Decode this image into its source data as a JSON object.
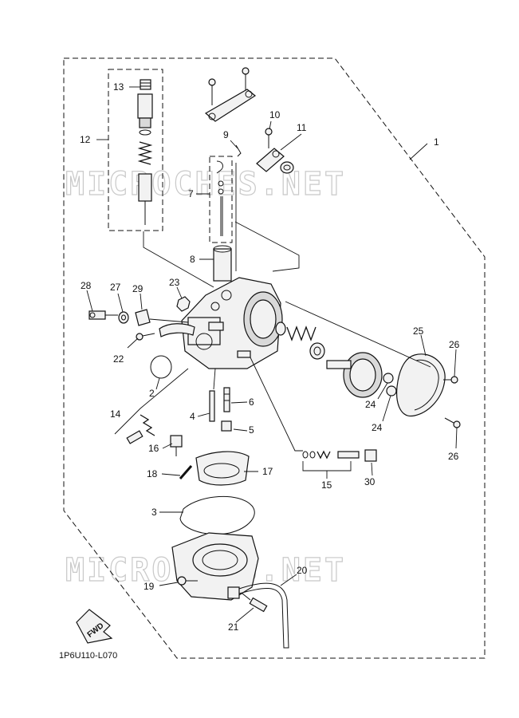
{
  "diagram_code": "1P6U110-L070",
  "fwd_label": "FWD",
  "watermark_text": "MICROCHES.NET",
  "callouts": {
    "c1": "1",
    "c2": "2",
    "c3": "3",
    "c4": "4",
    "c5": "5",
    "c6": "6",
    "c7": "7",
    "c8": "8",
    "c9": "9",
    "c10": "10",
    "c11": "11",
    "c12": "12",
    "c13": "13",
    "c14": "14",
    "c15": "15",
    "c16": "16",
    "c17": "17",
    "c18": "18",
    "c19": "19",
    "c20": "20",
    "c21": "21",
    "c22": "22",
    "c23": "23",
    "c24a": "24",
    "c24b": "24",
    "c25": "25",
    "c26a": "26",
    "c26b": "26",
    "c27": "27",
    "c28": "28",
    "c29": "29",
    "c30": "30"
  }
}
